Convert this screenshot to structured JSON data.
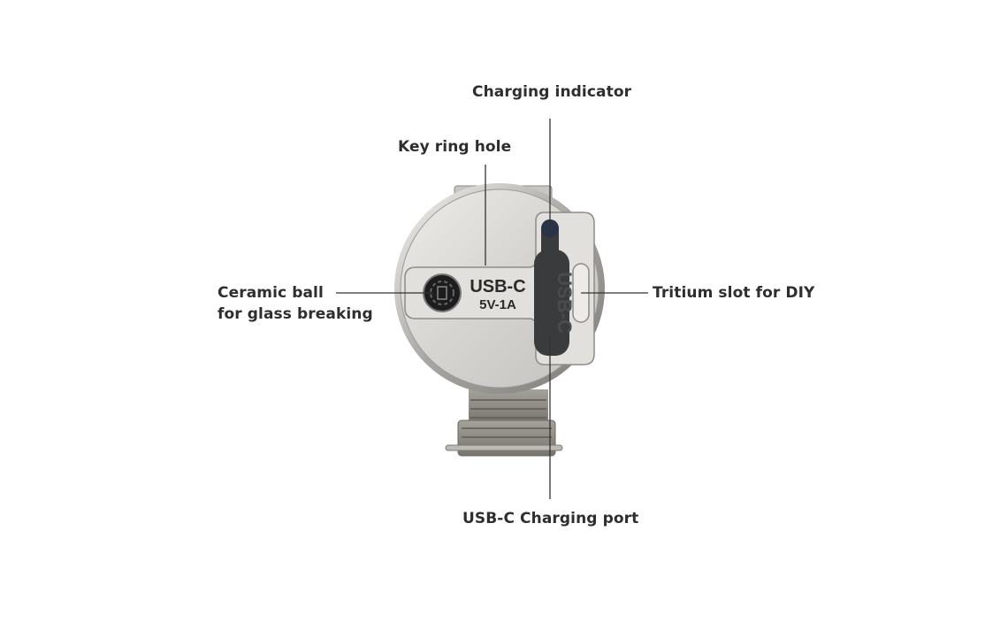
{
  "labels": {
    "charging_indicator": "Charging indicator",
    "key_ring_hole": "Key ring hole",
    "ceramic_ball_line1": "Ceramic ball",
    "ceramic_ball_line2": "for glass breaking",
    "tritium_slot": "Tritium slot for DIY",
    "usb_c_port": "USB-C Charging port"
  },
  "device": {
    "plate_text_line1": "USB-C",
    "plate_text_line2": "5V-1A",
    "cover_text": "USB-C"
  },
  "colors": {
    "text": "#2e2e2e",
    "leader_line": "#333333",
    "metal": "#d9d7d3",
    "rubber_cover": "#3a3b3d",
    "indicator": "#2a3448"
  }
}
